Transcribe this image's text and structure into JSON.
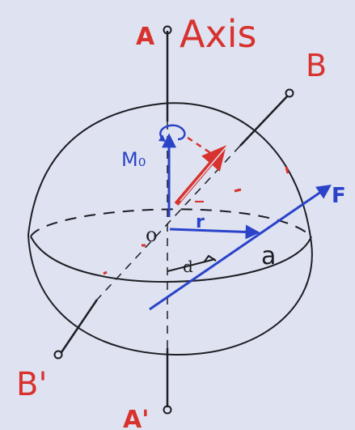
{
  "colors": {
    "background": "#dfe3f1",
    "ink": "#1d1d24",
    "red": "#d8322e",
    "blue": "#2a43c9"
  },
  "labels": {
    "axis_title": "Axis",
    "point_A": "A",
    "point_A_prime": "A'",
    "point_B": "B",
    "point_B_prime": "B'",
    "moment_label": "M₀",
    "origin_label": "o",
    "position_vector": "r",
    "force_label": "F",
    "point_a": "a",
    "angle_label": "d"
  },
  "icons": {
    "rotation_arrow": "curved-arrow-icon",
    "right_angle_mark": "right-angle-icon"
  }
}
